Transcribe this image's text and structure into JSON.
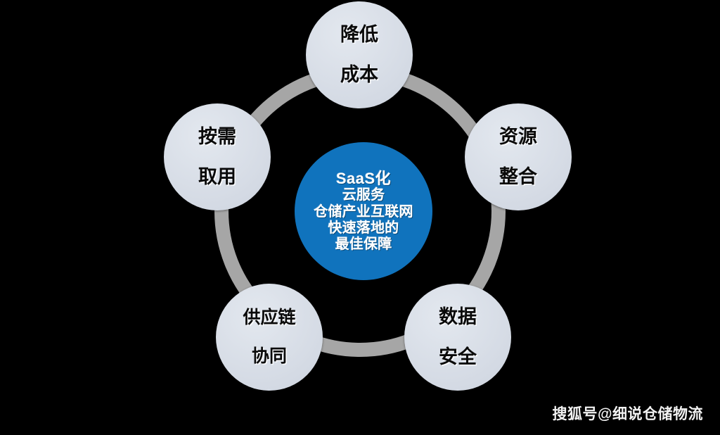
{
  "diagram": {
    "background_color": "#000000",
    "ring_color": "#a6a6a6",
    "node_color": "#d9dfe8",
    "hub_color": "#1073bd",
    "hub": {
      "lines": [
        "SaaS化",
        "云服务",
        "仓储产业互联网",
        "快速落地的",
        "最佳保障"
      ]
    },
    "nodes": [
      {
        "position": "top",
        "line1": "降低",
        "line2": "成本"
      },
      {
        "position": "right",
        "line1": "资源",
        "line2": "整合"
      },
      {
        "position": "bottom-right",
        "line1": "数据",
        "line2": "安全"
      },
      {
        "position": "bottom-left",
        "line1": "供应链",
        "line2": "协同"
      },
      {
        "position": "left",
        "line1": "按需",
        "line2": "取用"
      }
    ]
  },
  "watermark": {
    "text": "搜狐号@细说仓储物流"
  }
}
